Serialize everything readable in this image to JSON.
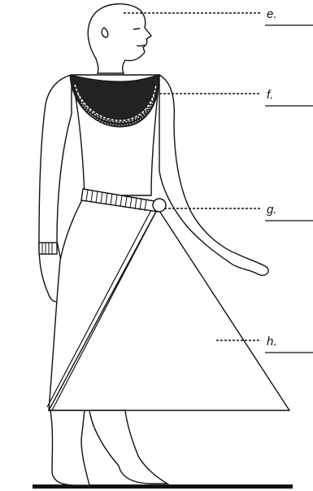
{
  "figure": {
    "labels": [
      {
        "letter": "e.",
        "part": "head"
      },
      {
        "letter": "f.",
        "part": "collar"
      },
      {
        "letter": "g.",
        "part": "belt"
      },
      {
        "letter": "h.",
        "part": "kilt"
      }
    ]
  },
  "colors": {
    "ink": "#111111",
    "background": "#ffffff"
  }
}
